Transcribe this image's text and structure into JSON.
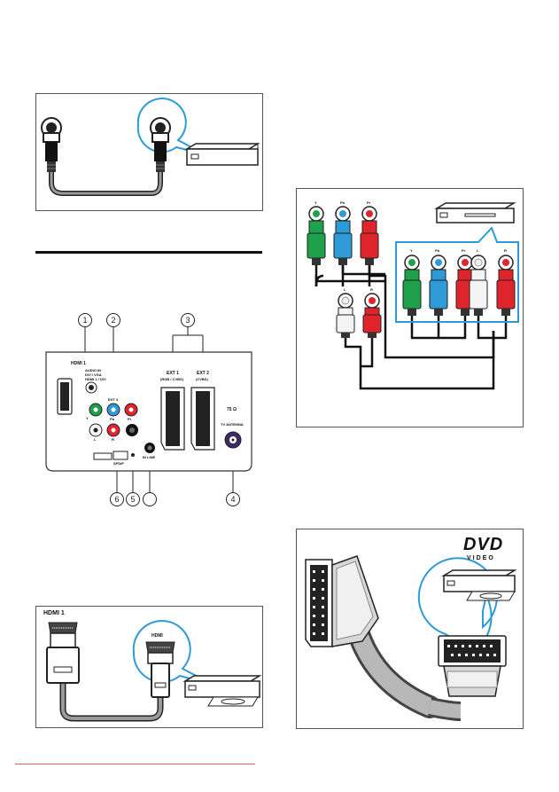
{
  "hdmi_panel": {
    "port_label": "HDMI 1",
    "cable_label": "HDMI"
  },
  "connector_panel": {
    "hdmi_port": "HDMI 1",
    "audio_in_lines": [
      "AUDIO IN",
      "DVI / VGA",
      "HDMI 1 / DVI"
    ],
    "ext3_label": "EXT 3",
    "component_row1": [
      "Y",
      "Pb",
      "Pr"
    ],
    "component_row2": [
      "L",
      "R"
    ],
    "ext1_label": "EXT 1",
    "ext1_sub": "(RGB / CVBS)",
    "ext2_label": "EXT 2",
    "ext2_sub": "(CVBS)",
    "ohm_label": "75 Ω",
    "antenna_label": "TV ANTENNA",
    "spdif_label": "SPDIF",
    "in_line_label": "IN LINE",
    "callouts_top": [
      "1",
      "2",
      "3"
    ],
    "callouts_bottom": [
      "6",
      "5",
      "",
      "4"
    ]
  },
  "component_panel": {
    "upper_plugs": [
      "Y",
      "Pb",
      "Pr"
    ],
    "audio_plugs": [
      "L",
      "R"
    ],
    "device_ports": [
      "Y",
      "Pb",
      "Pr",
      "L",
      "R"
    ]
  },
  "scart_panel": {
    "logo_main": "DVD",
    "logo_sub": "VIDEO"
  },
  "colors": {
    "green": "#1fa04a",
    "blue": "#2e9bd6",
    "red": "#e0242c",
    "white": "#f4f4f4",
    "teal": "#2b9fb0",
    "cable_gray": "#9a9a9a"
  }
}
